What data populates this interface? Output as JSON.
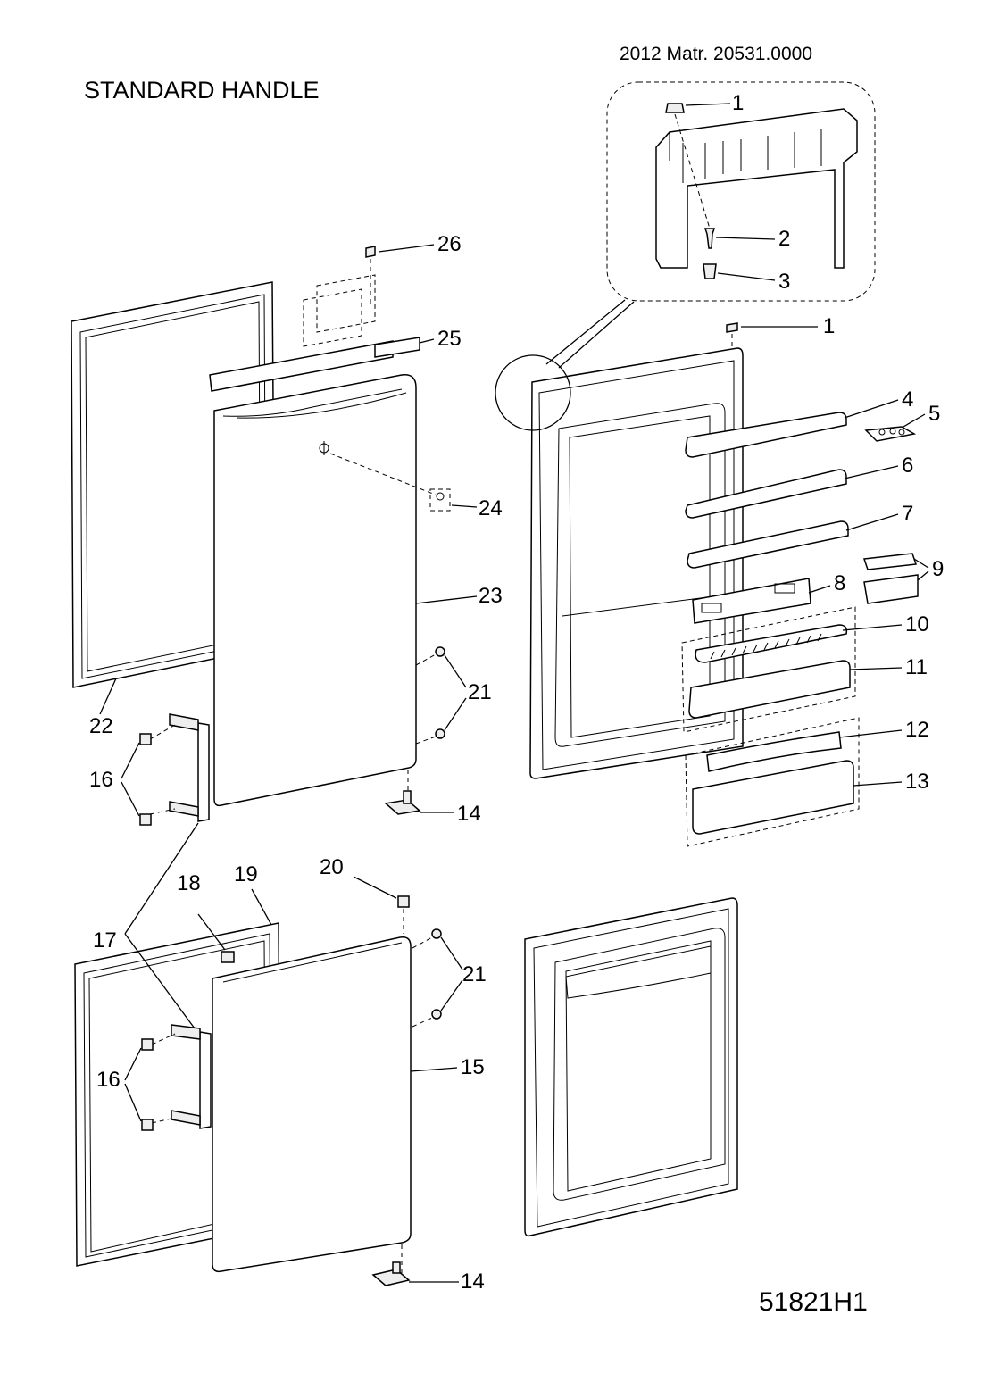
{
  "header": {
    "title": "STANDARD HANDLE",
    "matr": "2012  Matr. 20531.0000"
  },
  "footer": {
    "code": "51821H1"
  },
  "labels": {
    "l1a": "1",
    "l2": "2",
    "l3": "3",
    "l1b": "1",
    "l4": "4",
    "l5": "5",
    "l6": "6",
    "l7": "7",
    "l8": "8",
    "l9": "9",
    "l10": "10",
    "l11": "11",
    "l12": "12",
    "l13": "13",
    "l14a": "14",
    "l14b": "14",
    "l15": "15",
    "l16a": "16",
    "l16b": "16",
    "l17": "17",
    "l18": "18",
    "l19": "19",
    "l20": "20",
    "l21a": "21",
    "l21b": "21",
    "l22": "22",
    "l23": "23",
    "l24": "24",
    "l25": "25",
    "l26": "26"
  }
}
